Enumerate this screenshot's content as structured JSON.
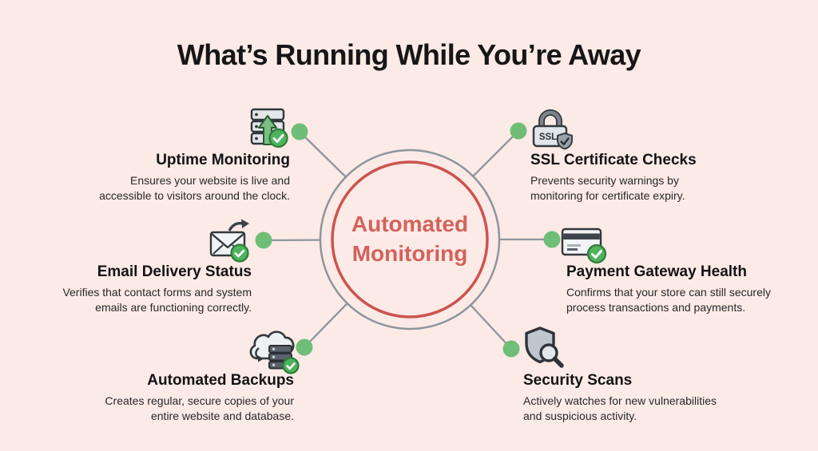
{
  "title": "What’s Running While You’re Away",
  "hub": {
    "line1": "Automated",
    "line2": "Monitoring"
  },
  "items": [
    {
      "title": "Uptime Monitoring",
      "description": "Ensures your website is live and\naccessible to visitors around the clock.",
      "icon": "server-uptime-icon",
      "side": "left"
    },
    {
      "title": "Email Delivery Status",
      "description": "Verifies that contact forms and system\nemails are functioning correctly.",
      "icon": "email-check-icon",
      "side": "left"
    },
    {
      "title": "Automated Backups",
      "description": "Creates regular, secure copies of your\nentire website and database.",
      "icon": "cloud-backup-icon",
      "side": "left"
    },
    {
      "title": "SSL Certificate Checks",
      "description": "Prevents security warnings by\nmonitoring for certificate expiry.",
      "icon": "ssl-lock-icon",
      "side": "right"
    },
    {
      "title": "Payment Gateway Health",
      "description": "Confirms that your store can still securely\nprocess transactions and payments.",
      "icon": "credit-card-check-icon",
      "side": "right"
    },
    {
      "title": "Security Scans",
      "description": "Actively watches for new vulnerabilities\nand suspicious activity.",
      "icon": "shield-scan-icon",
      "side": "right"
    }
  ],
  "icon_labels": {
    "ssl": "SSL"
  },
  "colors": {
    "background": "#fceae6",
    "hub_ring_outer": "#8d959d",
    "hub_ring_inner": "#cc544e",
    "hub_text": "#d2625c",
    "connector_line": "#8d959d",
    "node_dot_green": "#6fbe78",
    "check_green": "#4fb25c",
    "title_text": "#161616",
    "body_text": "#26282b"
  }
}
